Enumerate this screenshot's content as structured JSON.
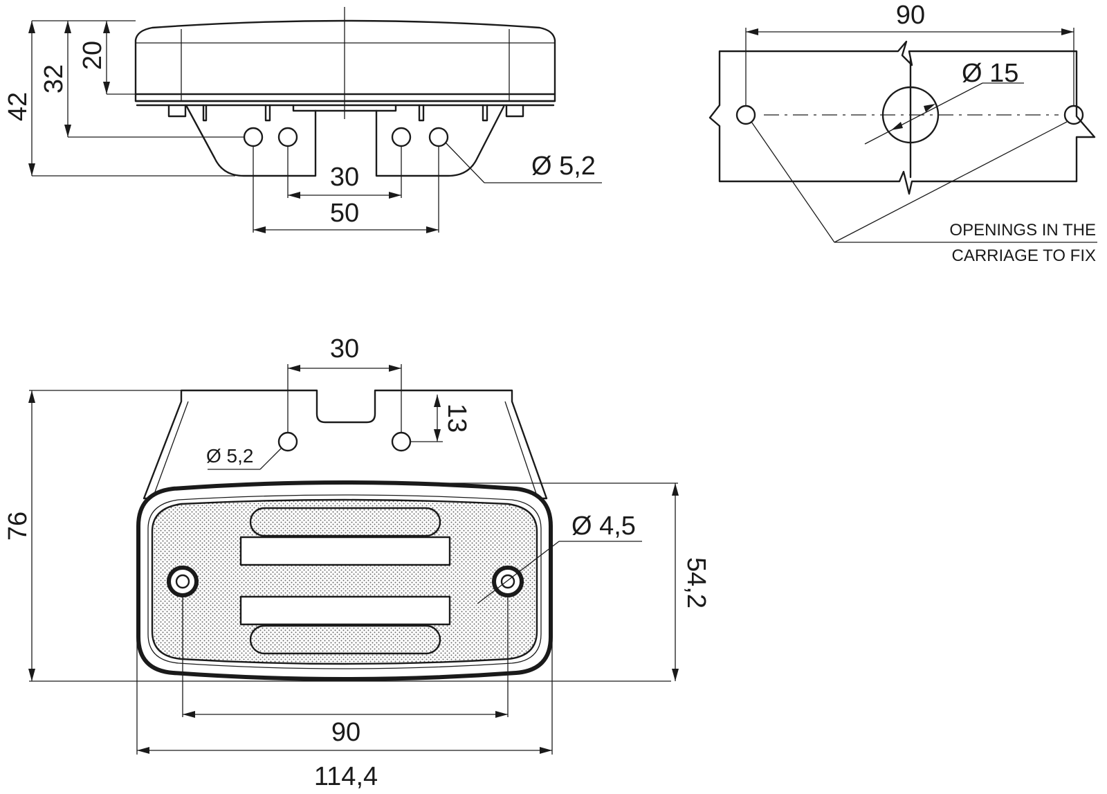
{
  "side_view": {
    "height_total": "42",
    "height_mid": "32",
    "height_top": "20",
    "hole_spacing_inner": "30",
    "hole_spacing_outer": "50",
    "hole_diameter": "Ø 5,2"
  },
  "carriage_view": {
    "hole_spacing": "90",
    "center_hole_diameter": "Ø 15",
    "note_line1": "OPENINGS IN THE",
    "note_line2": "CARRIAGE TO FIX"
  },
  "front_view": {
    "bracket_hole_spacing": "30",
    "bracket_hole_offset": "13",
    "bracket_hole_diameter": "Ø 5,2",
    "mount_hole_diameter": "Ø 4,5",
    "height_total": "76",
    "lamp_height": "54,2",
    "mount_hole_spacing": "90",
    "lamp_width": "114,4"
  },
  "colors": {
    "line": "#1a1a1a",
    "background": "#ffffff"
  }
}
